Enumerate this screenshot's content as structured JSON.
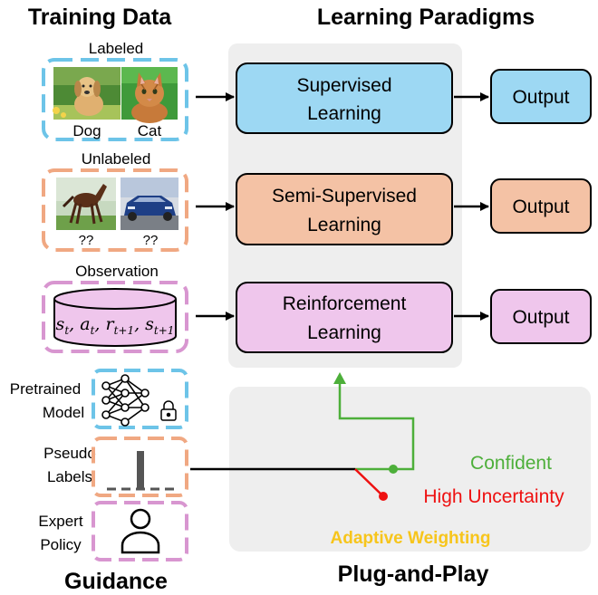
{
  "headers": {
    "training_data": "Training Data",
    "learning_paradigms": "Learning Paradigms",
    "guidance": "Guidance",
    "plug_and_play": "Plug-and-Play"
  },
  "data_sources": {
    "labeled": {
      "label": "Labeled",
      "captions": [
        "Dog",
        "Cat"
      ]
    },
    "unlabeled": {
      "label": "Unlabeled",
      "captions": [
        "??",
        "??"
      ]
    },
    "observation": {
      "label": "Observation",
      "formula": "s_t, a_t, r_{t+1}, s_{t+1}"
    }
  },
  "paradigms": [
    {
      "line1": "Supervised",
      "line2": "Learning",
      "output": "Output",
      "color": "#9dd8f3"
    },
    {
      "line1": "Semi-Supervised",
      "line2": "Learning",
      "output": "Output",
      "color": "#f4c2a5"
    },
    {
      "line1": "Reinforcement",
      "line2": "Learning",
      "output": "Output",
      "color": "#efc6ec"
    }
  ],
  "guidance_items": [
    {
      "line1": "Pretrained",
      "line2": "Model",
      "border_color": "#6dc4e8",
      "icon": "neural-network-icon"
    },
    {
      "line1": "Pseudo",
      "line2": "Labels",
      "border_color": "#f0a882",
      "icon": "bar-chart-icon"
    },
    {
      "line1": "Expert",
      "line2": "Policy",
      "border_color": "#d896d0",
      "icon": "person-icon"
    }
  ],
  "plug_and_play_labels": {
    "confident": "Confident",
    "high_uncertainty": "High Uncertainty",
    "adaptive_weighting": "Adaptive Weighting"
  },
  "colors": {
    "panel_bg": "#eeeeee",
    "confident": "#4daf3a",
    "uncertain": "#ee1111",
    "adaptive": "#f7c51b"
  }
}
